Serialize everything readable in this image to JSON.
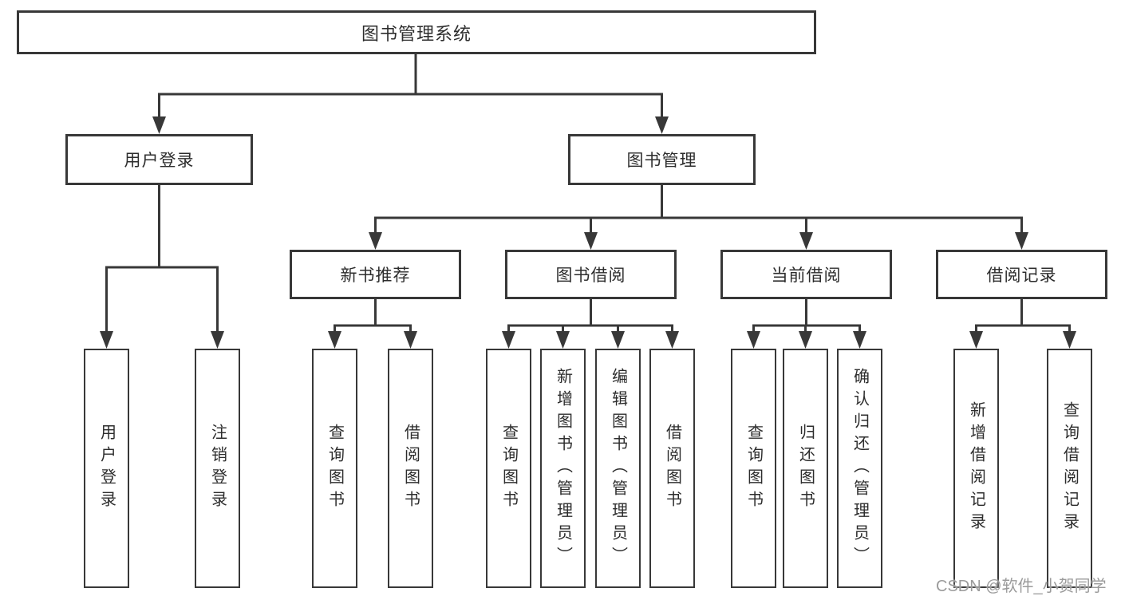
{
  "diagram": {
    "root": {
      "label": "图书管理系统"
    },
    "level2": [
      {
        "label": "用户登录",
        "children": [
          {
            "label": "用户登录"
          },
          {
            "label": "注销登录"
          }
        ]
      },
      {
        "label": "图书管理",
        "children": [
          {
            "label": "新书推荐",
            "children": [
              {
                "label": "查询图书"
              },
              {
                "label": "借阅图书"
              }
            ]
          },
          {
            "label": "图书借阅",
            "children": [
              {
                "label": "查询图书"
              },
              {
                "label": "新增图书（管理员）"
              },
              {
                "label": "编辑图书（管理员）"
              },
              {
                "label": "借阅图书"
              }
            ]
          },
          {
            "label": "当前借阅",
            "children": [
              {
                "label": "查询图书"
              },
              {
                "label": "归还图书"
              },
              {
                "label": "确认归还（管理员）"
              }
            ]
          },
          {
            "label": "借阅记录",
            "children": [
              {
                "label": "新增借阅记录"
              },
              {
                "label": "查询借阅记录"
              }
            ]
          }
        ]
      }
    ]
  },
  "watermark": "CSDN @软件_小贺同学",
  "colors": {
    "line": "#383838",
    "text": "#2d2d2d",
    "background": "#ffffff",
    "watermark": "#9b9b9b"
  }
}
